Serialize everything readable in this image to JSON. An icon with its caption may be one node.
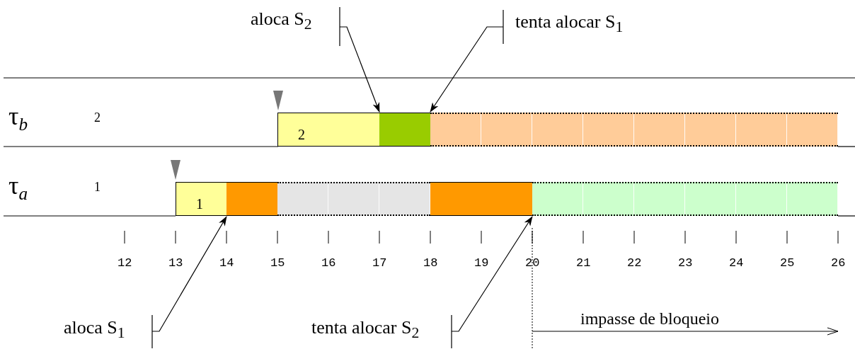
{
  "diagram": {
    "nodes": [
      {
        "text": [
          "aloca S$_{2}$"
        ]
      },
      {
        "text": [
          "tenta alocar S$_{1}$"
        ]
      },
      {
        "text": [
          "aloca S$_{1}$"
        ]
      },
      {
        "text": [
          "tenta alocar S$_{2}$"
        ]
      },
      {
        "text": [
          "2"
        ]
      },
      {
        "text": [],
        "shape": "bar"
      },
      {
        "text": [],
        "shape": "bar"
      },
      {
        "text": [
          "1"
        ]
      },
      {
        "text": [],
        "shape": "bar"
      },
      {
        "text": [],
        "shape": "bar"
      },
      {
        "text": [],
        "shape": "bar"
      },
      {
        "text": [],
        "shape": "bar"
      }
    ],
    "edges": [
      {
        "from": 0,
        "to": 5,
        "arrow": "to"
      },
      {
        "from": 1,
        "to": 6,
        "arrow": "to"
      },
      {
        "from": 2,
        "to": 8,
        "arrow": "to"
      },
      {
        "from": 3,
        "to": 11,
        "arrow": "to"
      }
    ],
    "labels": [
      "τ$_{b}$",
      "2",
      "τ$_{a}$",
      "1",
      "12",
      "13",
      "14",
      "15",
      "16",
      "17",
      "18",
      "19",
      "20",
      "21",
      "22",
      "23",
      "24",
      "25",
      "26",
      "impasse de bloqueio"
    ]
  }
}
